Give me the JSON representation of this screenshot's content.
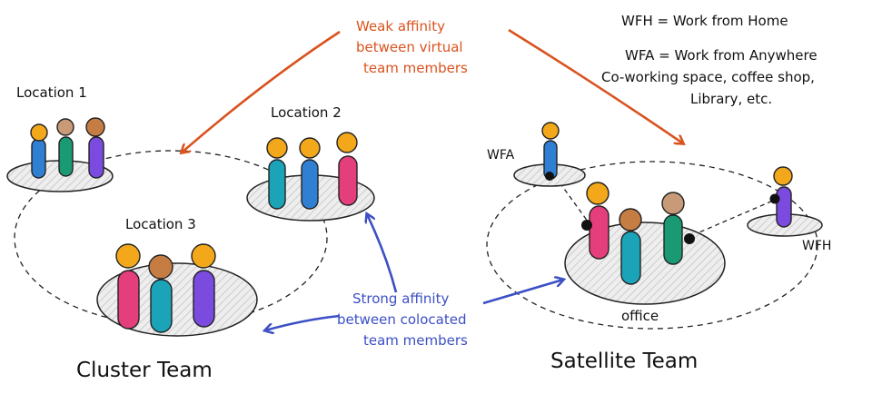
{
  "colors": {
    "orange_arrow": "#d9531e",
    "blue_arrow": "#3c4fc4",
    "head": "#f2a81a",
    "head_brown": "#c67d43",
    "head_tan": "#c89a78",
    "body_blue": "#2f7fd3",
    "body_green": "#1a9a72",
    "body_purple": "#7b4be0",
    "body_teal": "#1ba3b8",
    "body_pink": "#e43f7c",
    "platform_fill": "#e8e8e8"
  },
  "cluster": {
    "title": "Cluster Team",
    "location1": "Location 1",
    "location2": "Location 2",
    "location3": "Location 3"
  },
  "satellite": {
    "title": "Satellite Team",
    "wfa": "WFA",
    "wfh": "WFH",
    "office": "office"
  },
  "weak_affinity": {
    "line1": "Weak affinity",
    "line2": "between virtual",
    "line3": "team members"
  },
  "strong_affinity": {
    "line1": "Strong affinity",
    "line2": "between colocated",
    "line3": "team members"
  },
  "legend": {
    "wfh_def": "WFH = Work from Home",
    "wfa_def": "WFA = Work from Anywhere",
    "wfa_examples_1": "Co-working space, coffee shop,",
    "wfa_examples_2": "Library, etc."
  }
}
